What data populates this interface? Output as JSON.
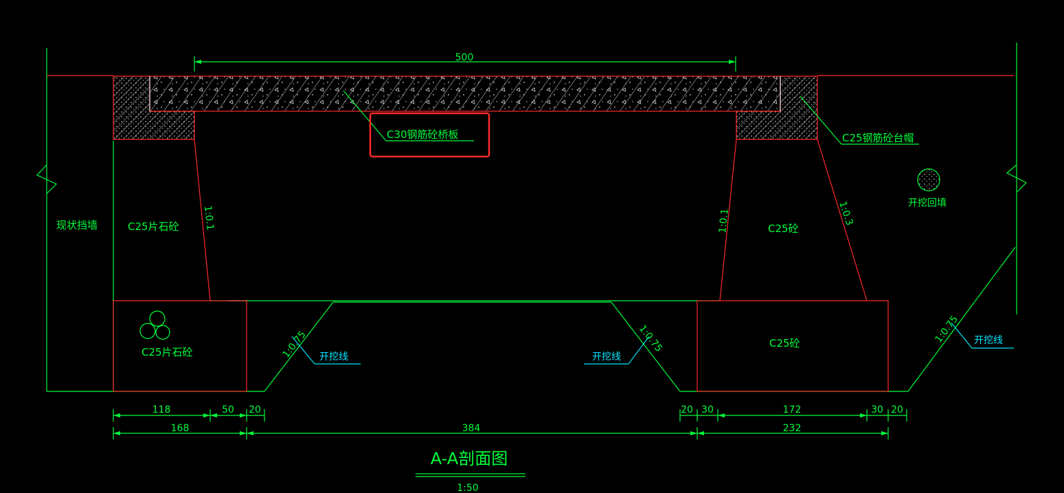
{
  "drawing": {
    "title": "A-A剖面图",
    "scale": "1:50",
    "labels": {
      "slab": "C30钢筋砼桥板",
      "cap": "C25钢筋砼台帽",
      "existing_wall": "现状挡墙",
      "left_upper": "C25片石砼",
      "left_lower": "C25片石砼",
      "right_upper": "C25砼",
      "right_lower": "C25砼",
      "excavation_fill": "开挖回填",
      "excavation_line_1": "开挖线",
      "excavation_line_2": "开挖线",
      "excavation_line_3": "开挖线"
    },
    "slopes": {
      "left_abutment": "1:0.1",
      "right_abutment_inner": "1:0.1",
      "right_abutment_outer": "1:0.3",
      "left_trench": "1:0.75",
      "mid_trench": "1:0.75",
      "right_trench": "1:0.75"
    },
    "dimensions": {
      "top": "500",
      "d118": "118",
      "d50": "50",
      "d20a": "20",
      "d20b": "20",
      "d30a": "30",
      "d172": "172",
      "d30b": "30",
      "d20c": "20",
      "d168": "168",
      "d384": "384",
      "d232": "232"
    },
    "highlight_color": "#ff2a2a",
    "line_colors": {
      "outline": "#00ff3a",
      "structure": "#ff2a2a",
      "leader": "#00e5ff"
    }
  }
}
